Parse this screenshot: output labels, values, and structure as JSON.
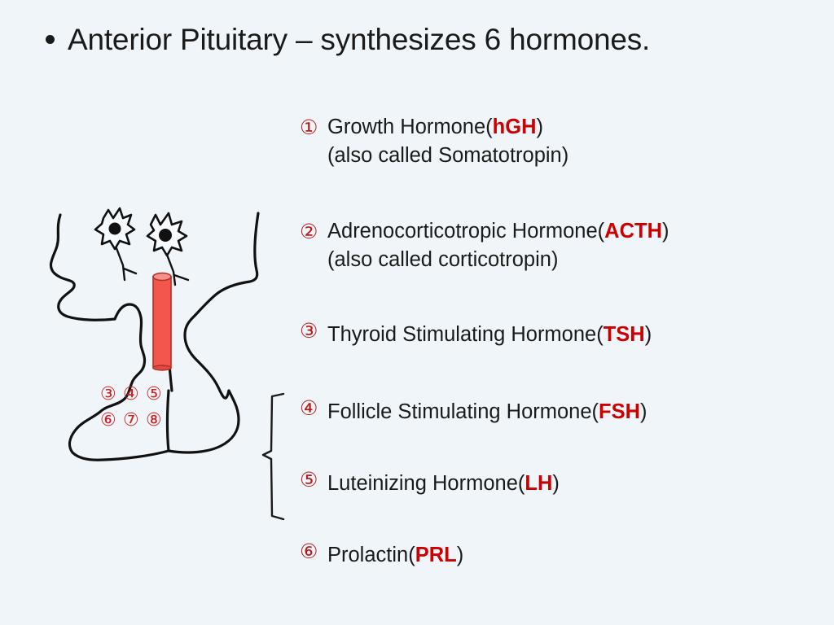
{
  "slide": {
    "background_color": "#eff5f9",
    "accent_red": "#cc0000",
    "circle_number_red": "#b81b1b",
    "ink_color": "#1a1a1a",
    "title": "Anterior Pituitary – synthesizes 6 hormones.",
    "bullet_glyph": "•"
  },
  "hormones": [
    {
      "number": "①",
      "name": "Growth Hormone",
      "open_paren": "(",
      "abbr": "hGH",
      "close_paren": ")",
      "alias": "(also called Somatotropin)"
    },
    {
      "number": "②",
      "name": "Adrenocorticotropic Hormone",
      "open_paren": "(",
      "abbr": "ACTH",
      "close_paren": ")",
      "alias": "(also called corticotropin)"
    },
    {
      "number": "③",
      "name": "Thyroid Stimulating Hormone",
      "open_paren": "(",
      "abbr": "TSH",
      "close_paren": ")",
      "alias": ""
    },
    {
      "number": "④",
      "name": "Follicle Stimulating Hormone",
      "open_paren": "(",
      "abbr": "FSH",
      "close_paren": ")",
      "alias": ""
    },
    {
      "number": "⑤",
      "name": "Luteinizing Hormone",
      "open_paren": "(",
      "abbr": "LH",
      "close_paren": ")",
      "alias": ""
    },
    {
      "number": "⑥",
      "name": "Prolactin",
      "open_paren": "(",
      "abbr": "PRL",
      "close_paren": ")",
      "alias": ""
    }
  ],
  "diagram": {
    "description": "Head and neck profile sketch with two neurosecretory cells, a red pituitary stalk and numbered cell markers",
    "stalk_color": "#f2564c",
    "stalk_cap_color": "#f4918a",
    "marker_color": "#cc2222",
    "markers_row_1": [
      "③",
      "④",
      "⑤"
    ],
    "markers_row_2": [
      "⑥",
      "⑦",
      "⑧"
    ]
  }
}
